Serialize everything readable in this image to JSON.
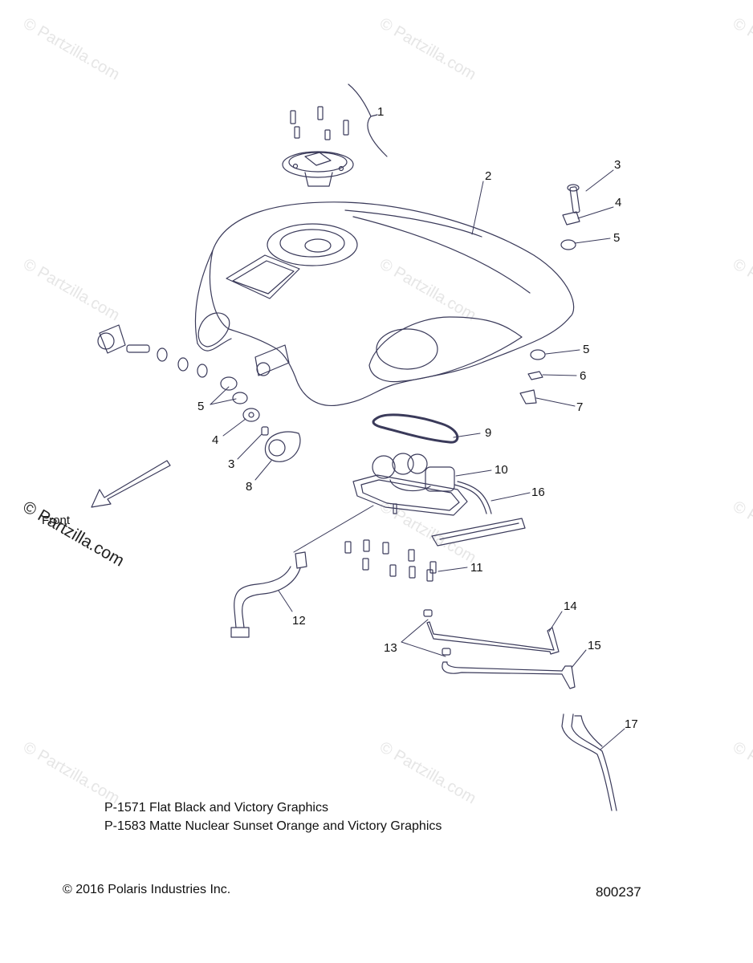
{
  "watermark": "© Partzilla.com",
  "front_label": "Front",
  "callouts": [
    "1",
    "2",
    "3",
    "4",
    "5",
    "5",
    "6",
    "7",
    "5",
    "4",
    "3",
    "8",
    "9",
    "10",
    "16",
    "11",
    "12",
    "13",
    "14",
    "15",
    "17"
  ],
  "notes": {
    "line1": "P-1571  Flat Black and Victory Graphics",
    "line2": "P-1583 Matte Nuclear Sunset Orange and Victory Graphics"
  },
  "footer": {
    "copyright": "© 2016 Polaris Industries Inc.",
    "diagram_number": "800237"
  },
  "colors": {
    "line": "#3a3a5a",
    "text": "#111111",
    "watermark": "#e6e6e6"
  }
}
